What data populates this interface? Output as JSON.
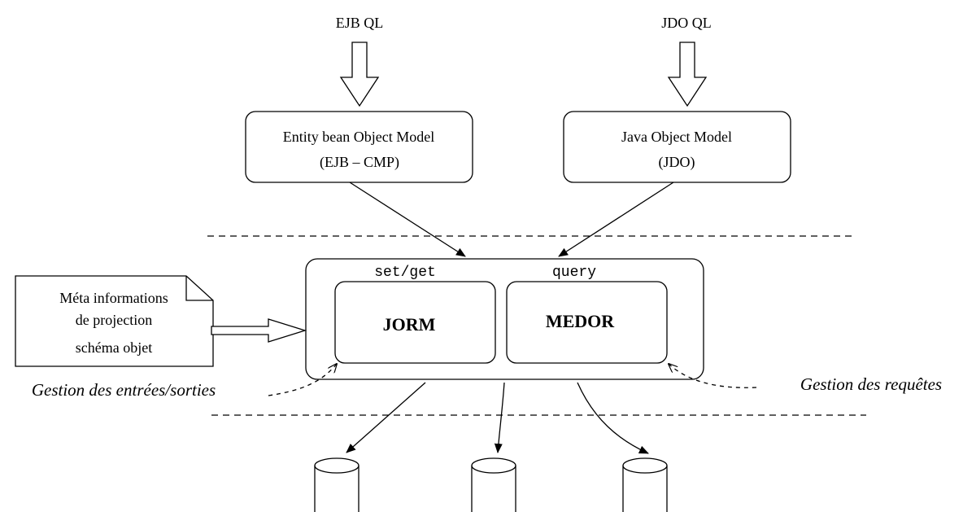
{
  "inputs": {
    "ejb_ql": "EJB QL",
    "jdo_ql": "JDO QL"
  },
  "models": {
    "ejb_title": "Entity bean Object Model",
    "ejb_sub": "(EJB – CMP)",
    "jdo_title": "Java Object Model",
    "jdo_sub": "(JDO)"
  },
  "note": {
    "line1": "Méta informations",
    "line2": "de projection",
    "line3": "schéma objet"
  },
  "core": {
    "setget": "set/get",
    "query": "query",
    "jorm": "JORM",
    "medor": "MEDOR"
  },
  "annotations": {
    "io": "Gestion des entrées/sorties",
    "requests": "Gestion des requêtes"
  }
}
